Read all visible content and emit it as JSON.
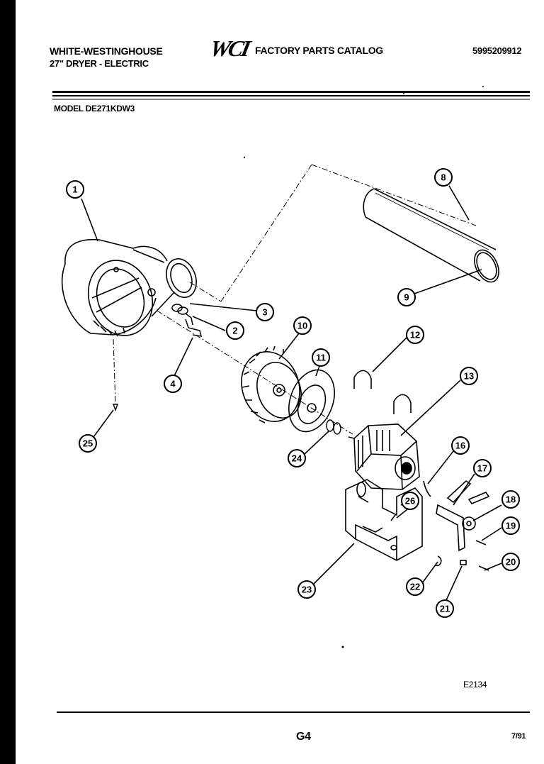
{
  "header": {
    "brand_line1": "WHITE-WESTINGHOUSE",
    "brand_line2": "27\" DRYER - ELECTRIC",
    "logo_text": "WCI",
    "catalog_title": "FACTORY PARTS CATALOG",
    "doc_number": "5995209912",
    "model": "MODEL DE271KDW3"
  },
  "callouts": [
    "1",
    "2",
    "3",
    "4",
    "8",
    "9",
    "10",
    "11",
    "12",
    "13",
    "16",
    "17",
    "18",
    "19",
    "20",
    "21",
    "22",
    "23",
    "24",
    "25",
    "26"
  ],
  "footer": {
    "diagram_code": "E2134",
    "page": "G4",
    "date": "7/91"
  }
}
